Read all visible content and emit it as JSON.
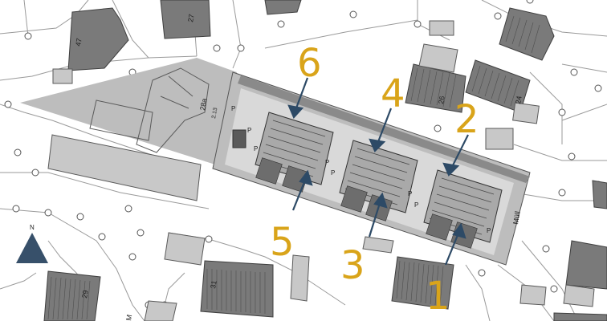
{
  "map": {
    "compass_label": "N",
    "colors": {
      "building": "#7a7a7a",
      "building_stroke": "#3f3f3f",
      "plot": "#bdbdbd",
      "plot_light": "#d6d6d6",
      "road_line": "#9a9a9a",
      "house_number": "#d9a41a",
      "arrow": "#2d4a66",
      "compass": "#37506a"
    },
    "street_labels": {
      "house_47": "47",
      "house_27": "27",
      "house_28a": "28a",
      "house_26": "26",
      "house_24": "24",
      "house_31": "31",
      "house_29": "29",
      "muell": "Müll",
      "parking": "P",
      "m_label": "M",
      "plot_dim": "2.13"
    },
    "house_numbers": [
      "1",
      "2",
      "3",
      "4",
      "5",
      "6"
    ]
  }
}
